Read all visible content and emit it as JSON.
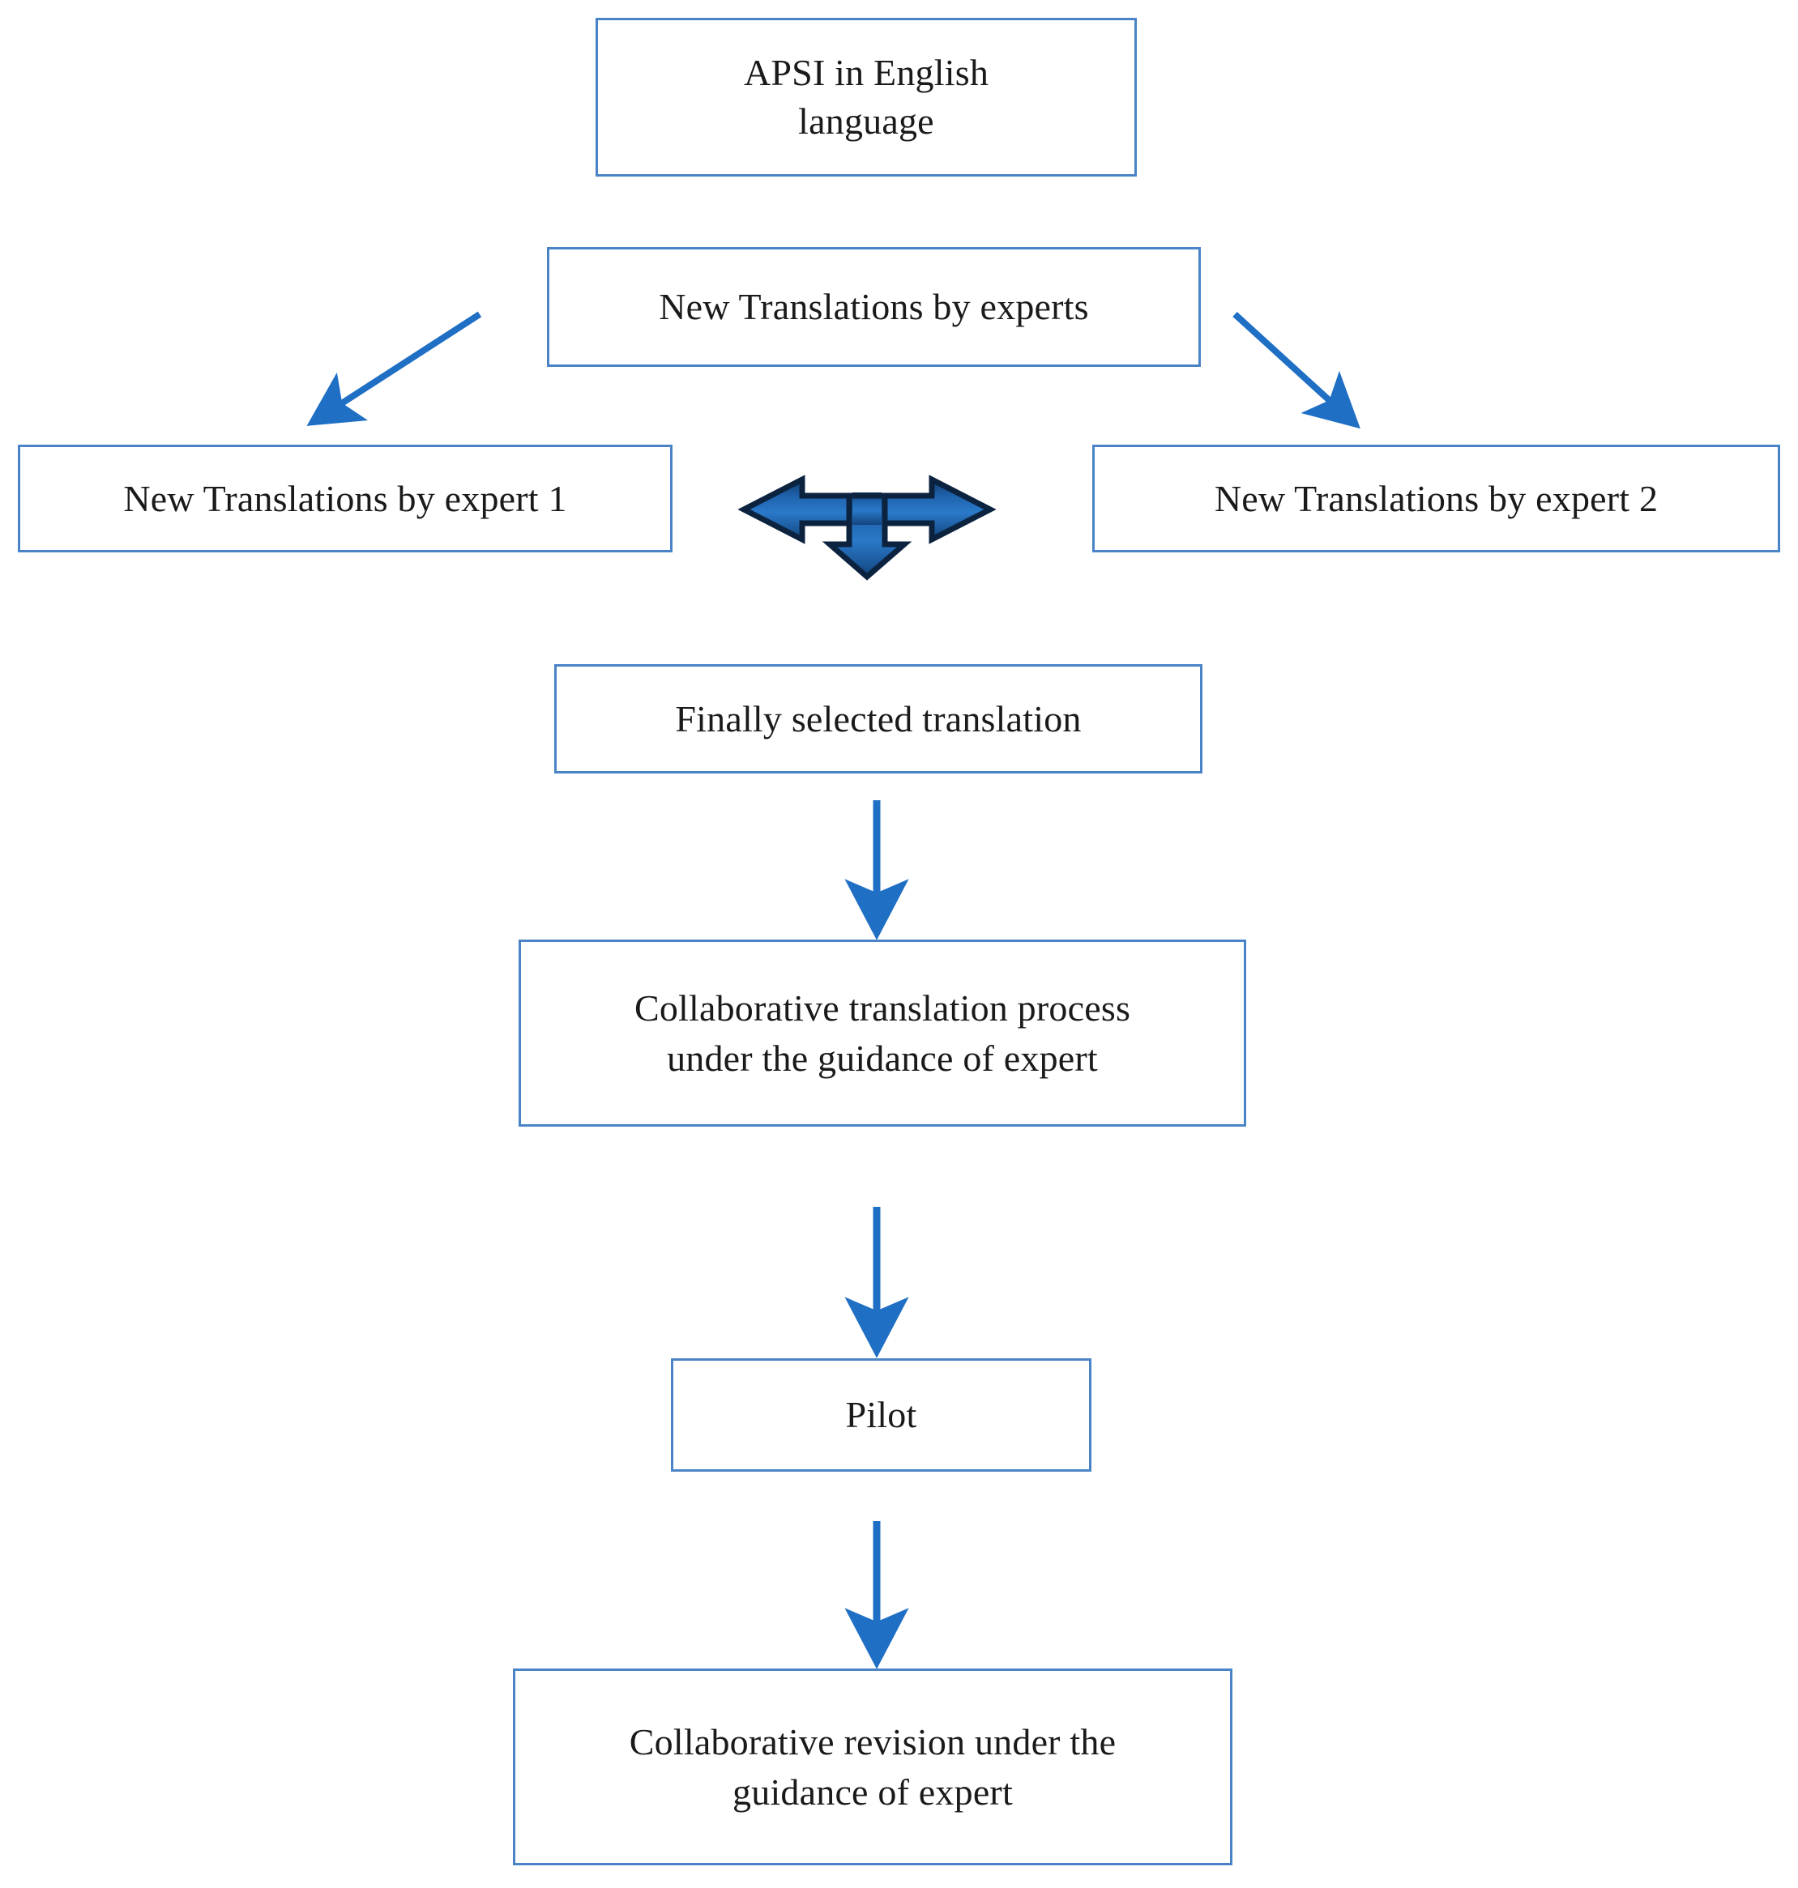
{
  "diagram": {
    "title": "APSI translation and adaptation process flowchart",
    "colors": {
      "box_border": "#4a84c7",
      "box_fill": "#ffffff",
      "text": "#1a1a1a",
      "thin_arrow": "#1f6fc4",
      "block_arrow_fill": "#1f5fa8",
      "block_arrow_outline": "#0c2340",
      "background": "#ffffff"
    },
    "nodes": [
      {
        "id": "apsi",
        "label": "APSI in English\nlanguage"
      },
      {
        "id": "experts",
        "label": "New Translations by experts"
      },
      {
        "id": "expert1",
        "label": "New Translations by expert 1"
      },
      {
        "id": "expert2",
        "label": "New Translations by expert 2"
      },
      {
        "id": "final",
        "label": "Finally selected translation"
      },
      {
        "id": "collabtrans",
        "label": "Collaborative translation process\nunder the guidance of expert"
      },
      {
        "id": "pilot",
        "label": "Pilot"
      },
      {
        "id": "collabrev",
        "label": "Collaborative revision under the\nguidance of expert"
      }
    ],
    "edges": [
      {
        "id": "experts-to-expert1",
        "from": "experts",
        "to": "expert1",
        "style": "thin-diagonal-arrow",
        "direction": "down-left"
      },
      {
        "id": "experts-to-expert2",
        "from": "experts",
        "to": "expert2",
        "style": "thin-diagonal-arrow",
        "direction": "down-right"
      },
      {
        "id": "expert1-expert2-final",
        "from": "expert1",
        "to": "expert2",
        "style": "block-tee-arrow",
        "direction": "left-right-down"
      },
      {
        "id": "final-to-collabtrans",
        "from": "final",
        "to": "collabtrans",
        "style": "thin-vertical-arrow",
        "direction": "down"
      },
      {
        "id": "collabtrans-to-pilot",
        "from": "collabtrans",
        "to": "pilot",
        "style": "thin-vertical-arrow",
        "direction": "down"
      },
      {
        "id": "pilot-to-collabrev",
        "from": "pilot",
        "to": "collabrev",
        "style": "thin-vertical-arrow",
        "direction": "down"
      }
    ]
  }
}
